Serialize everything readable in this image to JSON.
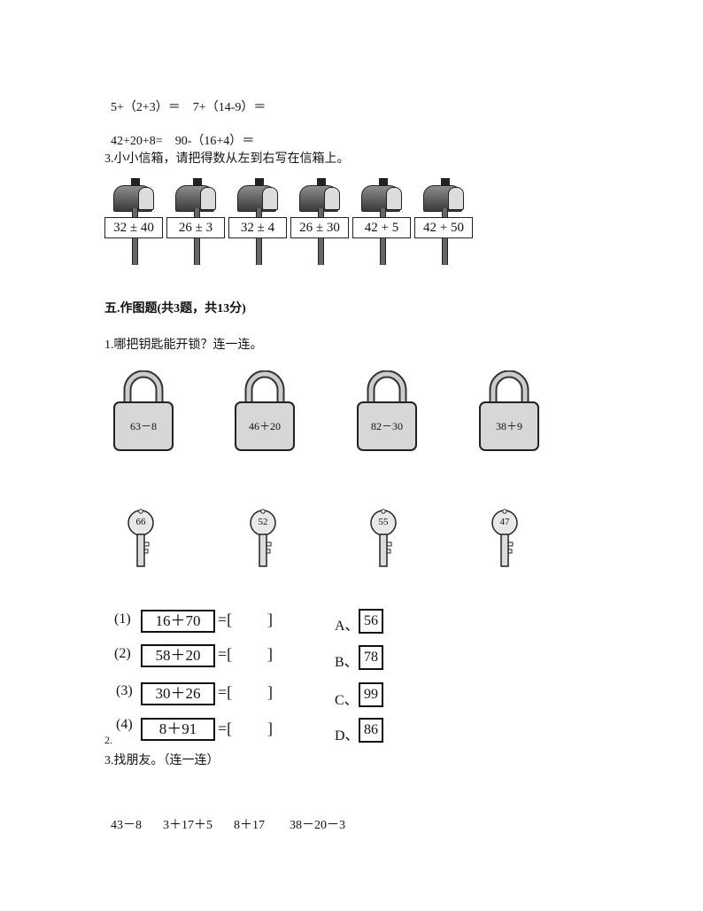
{
  "calc_lines": [
    {
      "a": "5+（2+3）＝",
      "b": "7+（14-9）＝"
    },
    {
      "a": "42+20+8=",
      "b": "90-（16+4）＝"
    }
  ],
  "q3_title": "3.小小信箱，请把得数从左到右写在信箱上。",
  "mailboxes": [
    "32 ± 40",
    "26 ± 3",
    "32 ± 4",
    "26 ± 30",
    "42 + 5",
    "42 + 50"
  ],
  "section5_title": "五.作图题(共3题，共13分)",
  "q1_title": "1.哪把钥匙能开锁？连一连。",
  "locks": [
    "63－8",
    "46＋20",
    "82－30",
    "38＋9"
  ],
  "keys": [
    "66",
    "52",
    "55",
    "47"
  ],
  "match_rows": [
    {
      "num": "(1)",
      "expr": "16＋70",
      "eq": "=[",
      "close": "]",
      "letter": "A、",
      "answer": "56"
    },
    {
      "num": "(2)",
      "expr": "58＋20",
      "eq": "=[",
      "close": "]",
      "letter": "B、",
      "answer": "78"
    },
    {
      "num": "(3)",
      "expr": "30＋26",
      "eq": "=[",
      "close": "]",
      "letter": "C、",
      "answer": "99"
    },
    {
      "num": "(4)",
      "expr": "8＋91",
      "eq": "=[",
      "close": "]",
      "letter": "D、",
      "answer": "86"
    }
  ],
  "q2_label": "2.",
  "q3b_title": "3.找朋友。（连一连）",
  "friends": [
    "43－8",
    "3＋17＋5",
    "8＋17",
    "38－20－3"
  ]
}
